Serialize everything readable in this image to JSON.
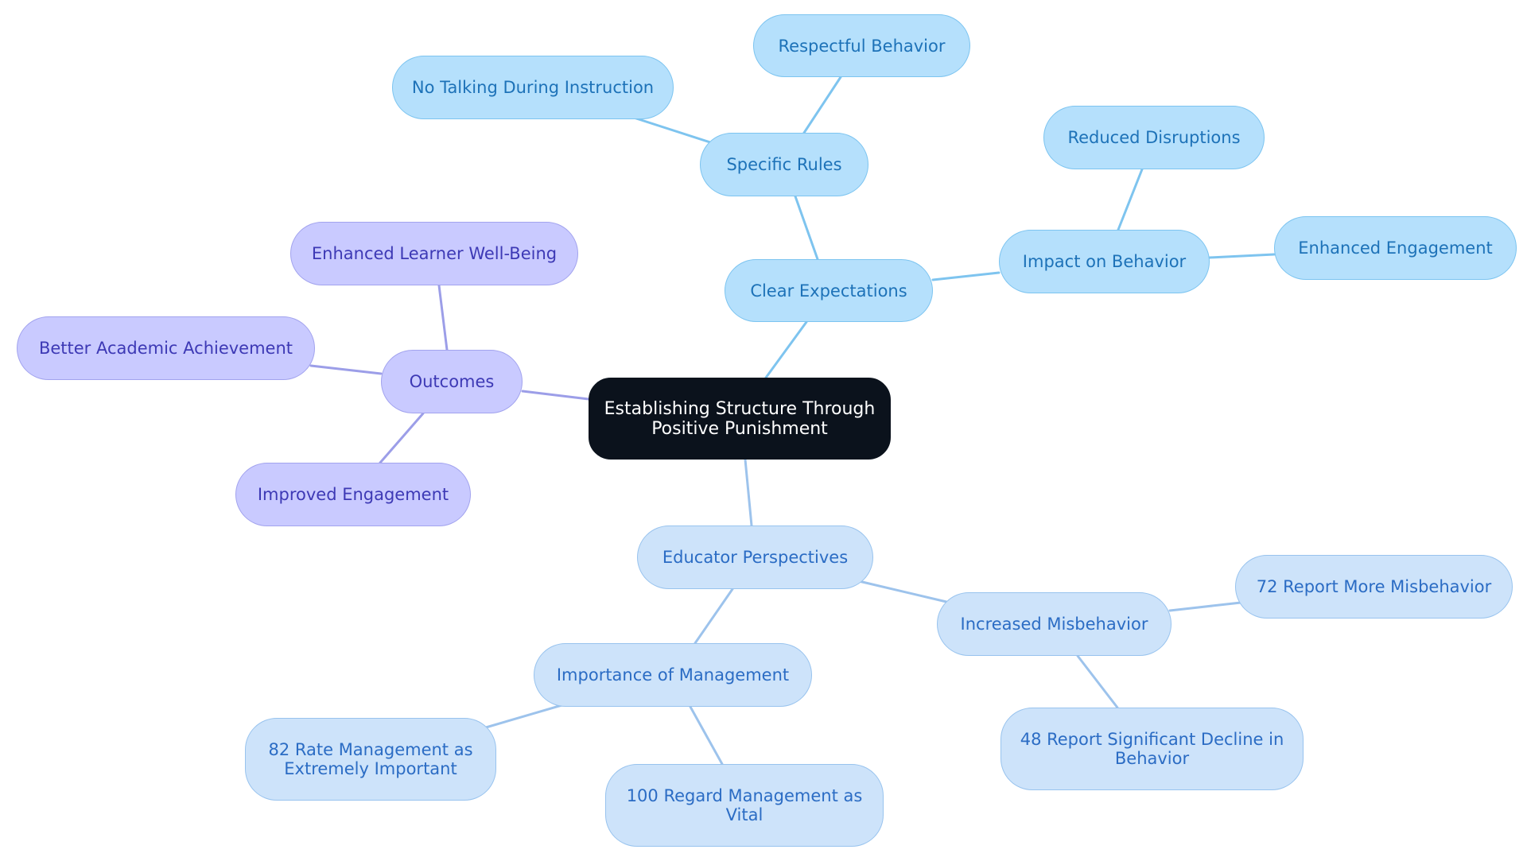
{
  "diagram": {
    "colors": {
      "root_fill": "#0b121c",
      "root_text": "#ffffff",
      "sky_fill": "#b5e0fc",
      "sky_edge": "#7ec4ef",
      "pale_fill": "#cde3fa",
      "pale_edge": "#9dc3ec",
      "violet_fill": "#c9caff",
      "violet_edge": "#9c9ee8"
    },
    "root": {
      "label": "Establishing Structure Through Positive Punishment"
    },
    "clear_expectations": {
      "label": "Clear Expectations"
    },
    "specific_rules": {
      "label": "Specific Rules"
    },
    "respectful_behavior": {
      "label": "Respectful Behavior"
    },
    "no_talking": {
      "label": "No Talking During Instruction"
    },
    "impact_on_behavior": {
      "label": "Impact on Behavior"
    },
    "reduced_disruptions": {
      "label": "Reduced Disruptions"
    },
    "enhanced_engagement": {
      "label": "Enhanced Engagement"
    },
    "outcomes": {
      "label": "Outcomes"
    },
    "enhanced_wellbeing": {
      "label": "Enhanced Learner Well-Being"
    },
    "better_academic": {
      "label": "Better Academic Achievement"
    },
    "improved_engagement": {
      "label": "Improved Engagement"
    },
    "educator_perspectives": {
      "label": "Educator Perspectives"
    },
    "increased_misbehavior": {
      "label": "Increased Misbehavior"
    },
    "report_72": {
      "label": "72 Report More Misbehavior"
    },
    "report_48": {
      "label": "48 Report Significant Decline in Behavior"
    },
    "importance_management": {
      "label": "Importance of Management"
    },
    "rate_82": {
      "label": "82 Rate Management as Extremely Important"
    },
    "regard_100": {
      "label": "100 Regard Management as Vital"
    }
  }
}
